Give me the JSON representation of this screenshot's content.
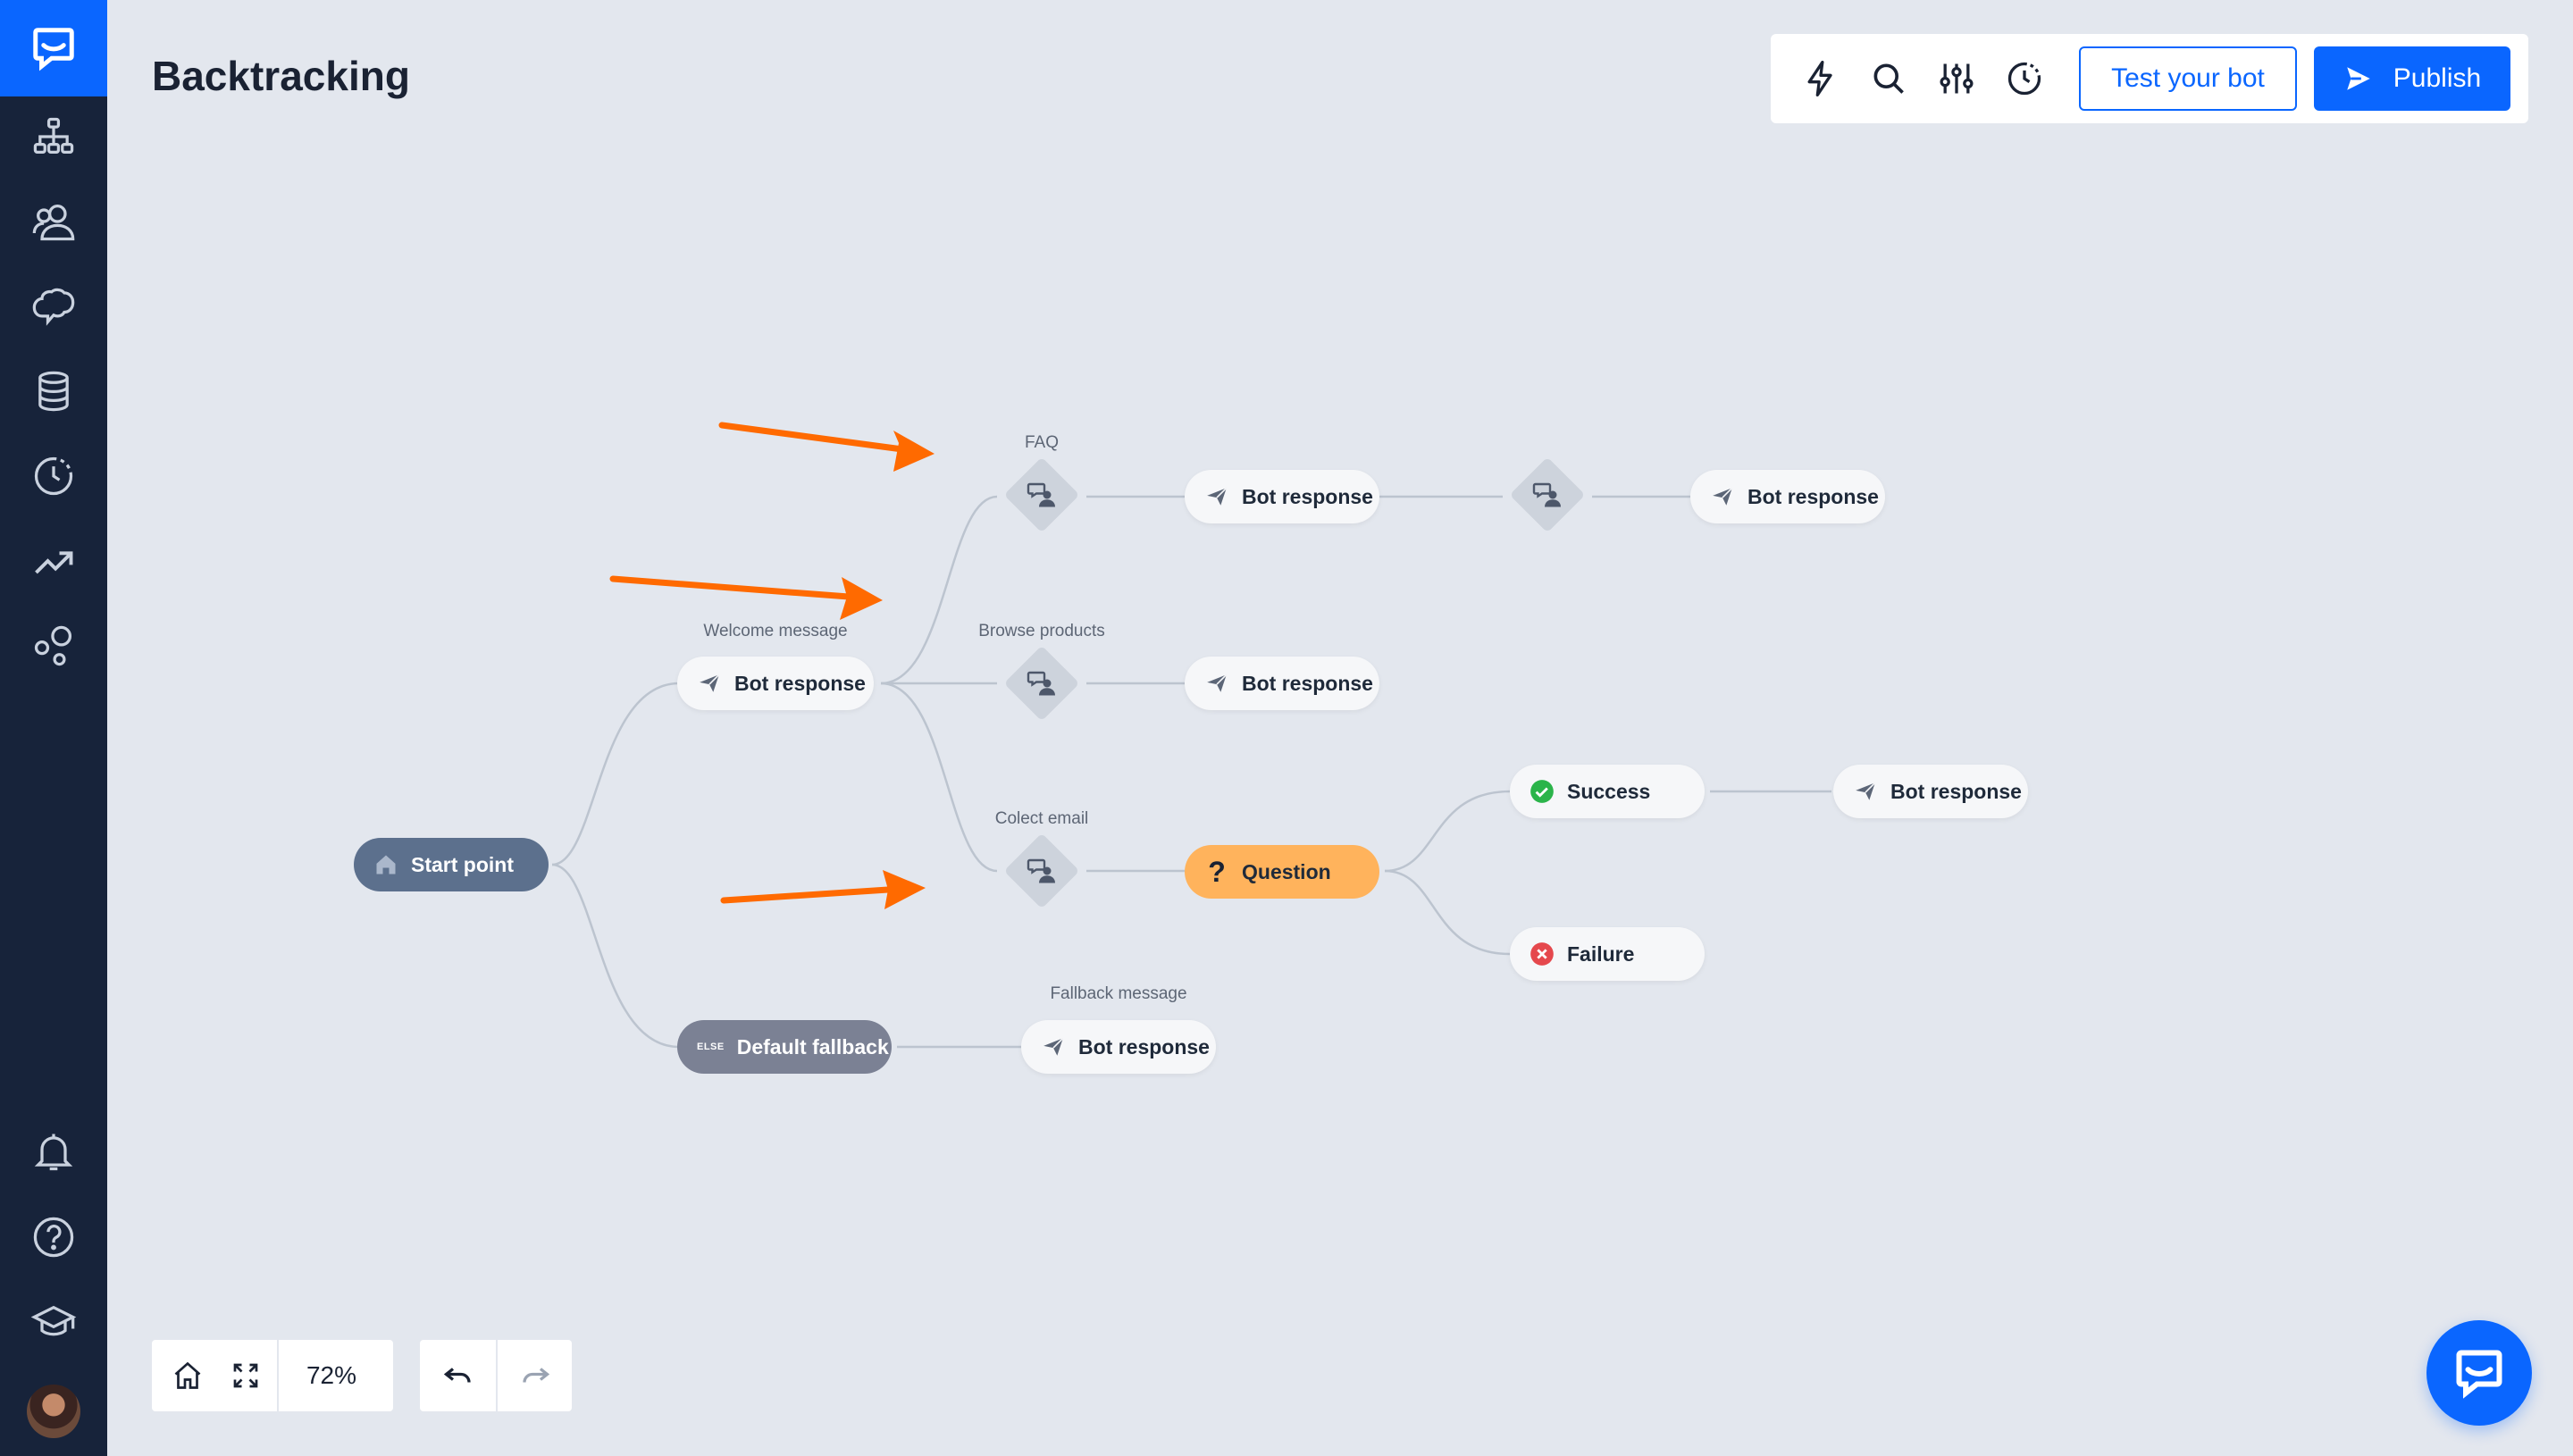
{
  "page": {
    "title": "Backtracking"
  },
  "toolbar": {
    "icons": [
      "bolt-icon",
      "search-icon",
      "sliders-icon",
      "history-icon"
    ],
    "test_label": "Test your bot",
    "publish_label": "Publish"
  },
  "sidebar": {
    "icons": [
      "chat-logo-icon",
      "flow-icon",
      "users-icon",
      "brain-icon",
      "database-icon",
      "history-icon",
      "analytics-icon",
      "integrations-icon",
      "bell-icon",
      "help-icon",
      "academy-icon",
      "avatar"
    ]
  },
  "flow": {
    "start": "Start point",
    "welcome_label": "Welcome message",
    "welcome_node": "Bot response",
    "faq_label": "FAQ",
    "faq_response_1": "Bot response",
    "faq_response_2": "Bot response",
    "browse_label": "Browse products",
    "browse_response": "Bot response",
    "email_label": "Colect email",
    "question": "Question",
    "success": "Success",
    "success_response": "Bot response",
    "failure": "Failure",
    "fallback_tag": "ELSE",
    "fallback": "Default fallback",
    "fallback_label": "Fallback message",
    "fallback_response": "Bot response"
  },
  "controls": {
    "zoom": "72%"
  },
  "colors": {
    "accent": "#0a66ff",
    "sidebar": "#17233a",
    "question": "#ffb35c",
    "arrow": "#ff6a00",
    "success": "#2bb44a",
    "failure": "#e5484d"
  }
}
